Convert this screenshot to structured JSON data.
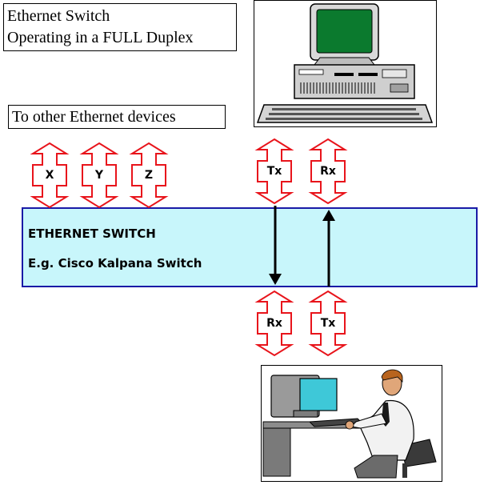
{
  "title": {
    "line1": "Ethernet Switch",
    "line2": "Operating in a FULL Duplex"
  },
  "other_devices_label": "To other Ethernet devices",
  "switch": {
    "name": "ETHERNET SWITCH",
    "example": "E.g. Cisco Kalpana Switch"
  },
  "ports": {
    "x": "X",
    "y": "Y",
    "z": "Z",
    "top_tx": "Tx",
    "top_rx": "Rx",
    "bottom_rx": "Rx",
    "bottom_tx": "Tx"
  },
  "colors": {
    "arrow_outline": "#e8141b",
    "switch_fill": "#c8f6fb",
    "switch_border": "#1a1aa6",
    "monitor_screen": "#0b7a2e",
    "user_screen": "#3ec8d8"
  },
  "icons": {
    "top_device": "desktop-computer-icon",
    "bottom_device": "person-at-computer-icon"
  }
}
